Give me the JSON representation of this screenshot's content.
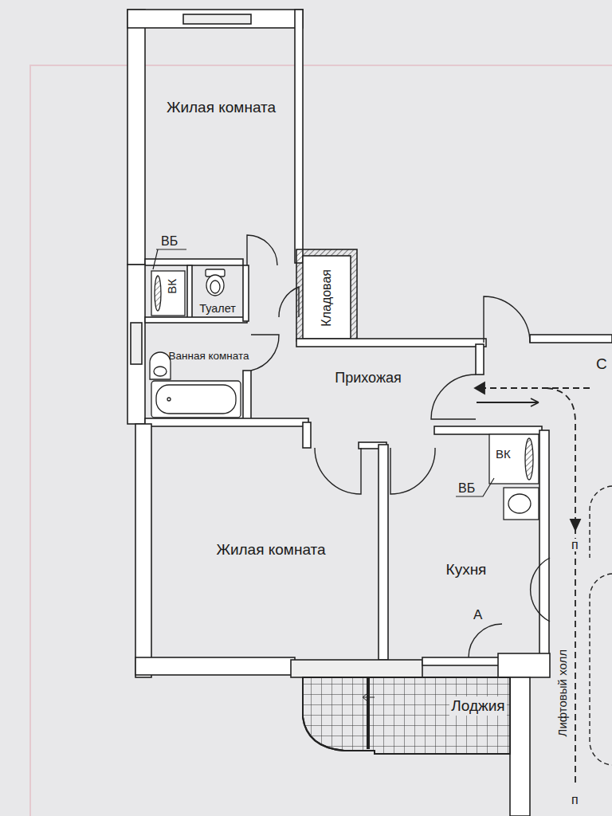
{
  "diagram": {
    "nodes": [
      {
        "text": [
          "Жилая комната"
        ]
      },
      {
        "text": [
          "Туалет"
        ]
      },
      {
        "text": [
          "Ванная комната"
        ]
      },
      {
        "text": [
          "Кладовая"
        ]
      },
      {
        "text": [
          "Прихожая"
        ]
      },
      {
        "text": [
          "Жилая комната"
        ]
      },
      {
        "text": [
          "Кухня"
        ]
      },
      {
        "text": [
          "Лоджия"
        ]
      },
      {
        "text": [
          "Лифтовый холл"
        ]
      }
    ],
    "labels": [
      "ВБ",
      "ВК",
      "С",
      "ВК",
      "ВБ",
      "А",
      "п",
      "п"
    ]
  }
}
